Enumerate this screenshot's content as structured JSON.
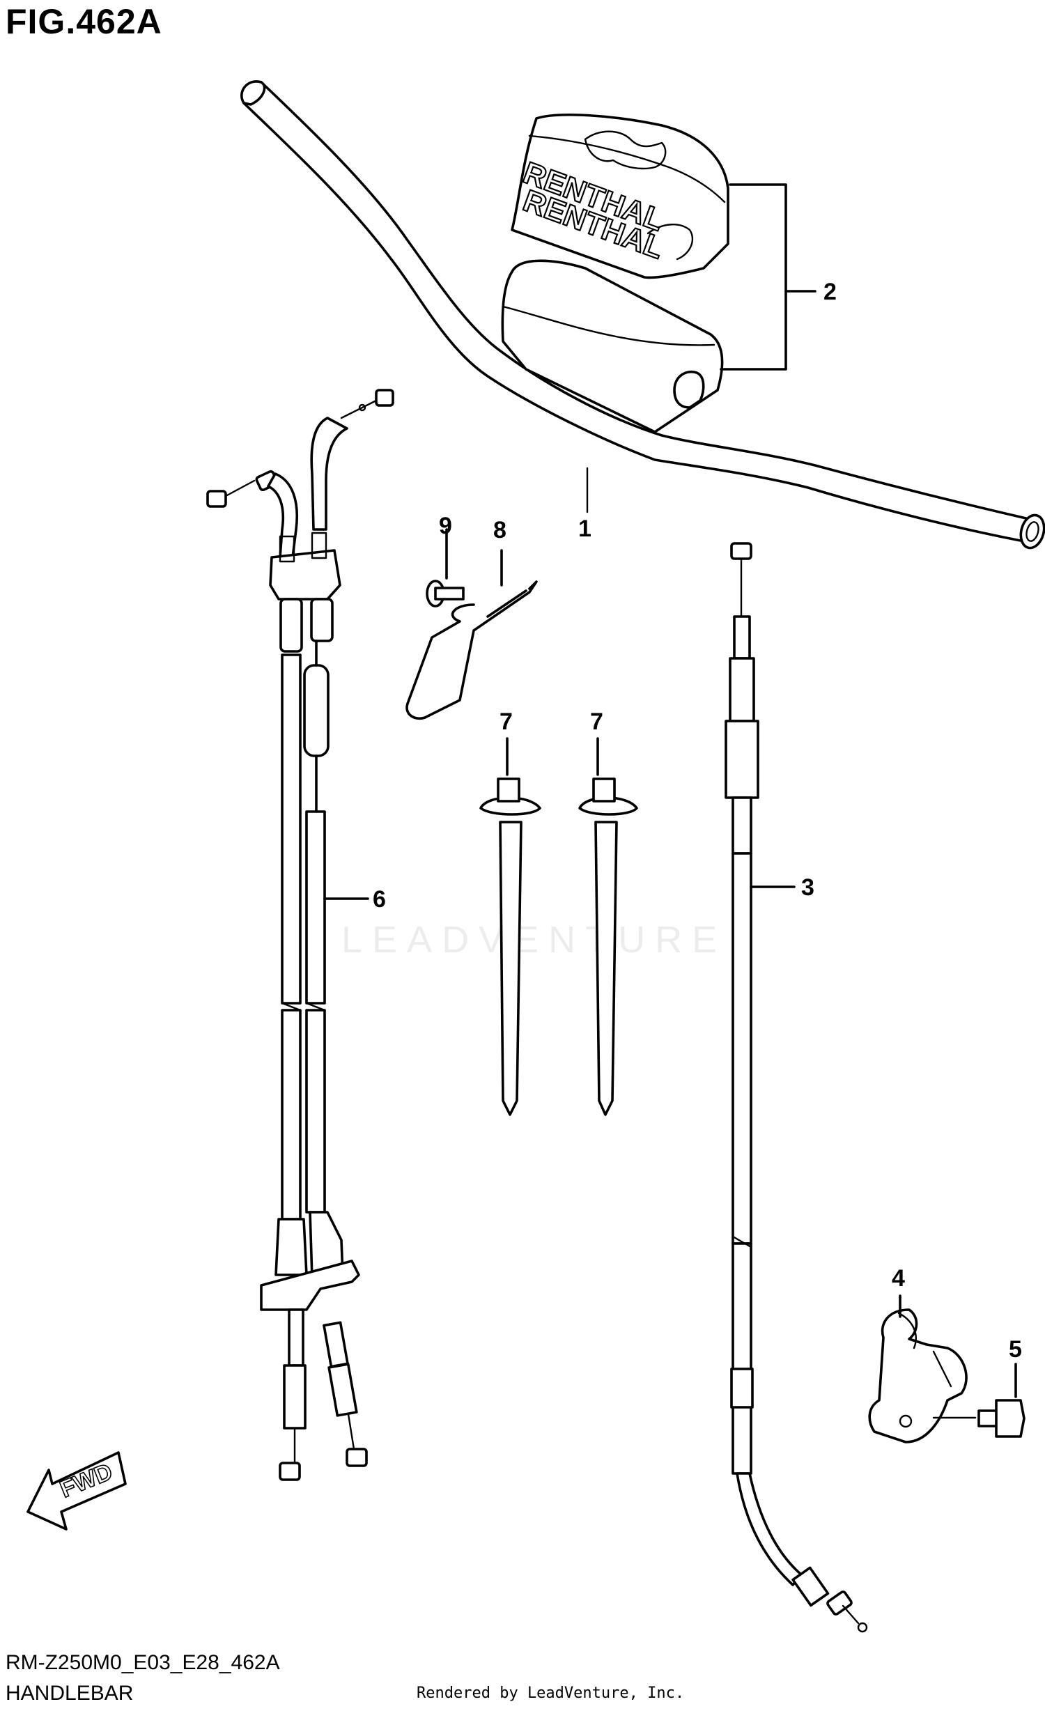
{
  "figure": {
    "title": "FIG.462A",
    "model_code": "RM-Z250M0_E03_E28_462A",
    "group_name": "HANDLEBAR",
    "credit": "Rendered by LeadVenture, Inc.",
    "watermark": "LEADVENTURE",
    "fwd_label": "FWD",
    "pad_brand": "RENTHAL"
  },
  "callouts": [
    {
      "number": "1",
      "part": "handlebar"
    },
    {
      "number": "2",
      "part": "handlebar-pad-set"
    },
    {
      "number": "3",
      "part": "clutch-cable"
    },
    {
      "number": "4",
      "part": "cable-holder"
    },
    {
      "number": "5",
      "part": "holder-bolt"
    },
    {
      "number": "6",
      "part": "throttle-cable-assembly"
    },
    {
      "number": "7",
      "part": "cable-tie"
    },
    {
      "number": "7",
      "part": "cable-tie"
    },
    {
      "number": "8",
      "part": "wire-clamp"
    },
    {
      "number": "9",
      "part": "clamp-screw"
    }
  ]
}
